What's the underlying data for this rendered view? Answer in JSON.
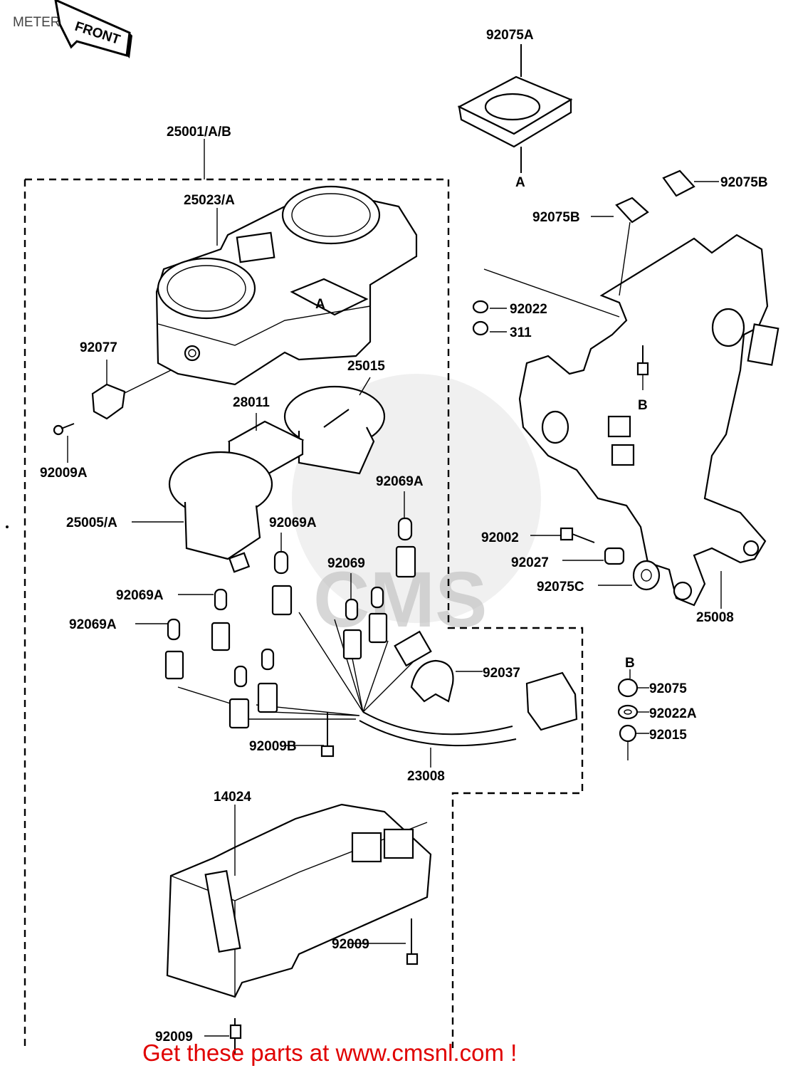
{
  "title": "METER",
  "front_tag": "FRONT",
  "footer": "Get these parts at www.cmsnl.com !",
  "watermark": "CMS",
  "colors": {
    "footer_text": "#e00000",
    "line": "#000000",
    "background": "#ffffff"
  },
  "labels": {
    "p92075A": "92075A",
    "refA_top": "A",
    "p92075B_1": "92075B",
    "p92075B_2": "92075B",
    "p25001": "25001/A/B",
    "p25023": "25023/A",
    "refA_case": "A",
    "p92022": "92022",
    "p311": "311",
    "p92077": "92077",
    "p25015": "25015",
    "p28011": "28011",
    "refB_bracket": "B",
    "p92009A": "92009A",
    "p92069A_1": "92069A",
    "p25005": "25005/A",
    "p92069A_2": "92069A",
    "p92002": "92002",
    "p92069": "92069",
    "p92027": "92027",
    "p92069A_3": "92069A",
    "p92075C": "92075C",
    "p25008": "25008",
    "p92069A_4": "92069A",
    "p92037": "92037",
    "refB_nuts": "B",
    "p92075": "92075",
    "p92022A": "92022A",
    "p92009B": "92009B",
    "p92015": "92015",
    "p23008": "23008",
    "p14024": "14024",
    "p92009_1": "92009",
    "p92009_2": "92009"
  }
}
